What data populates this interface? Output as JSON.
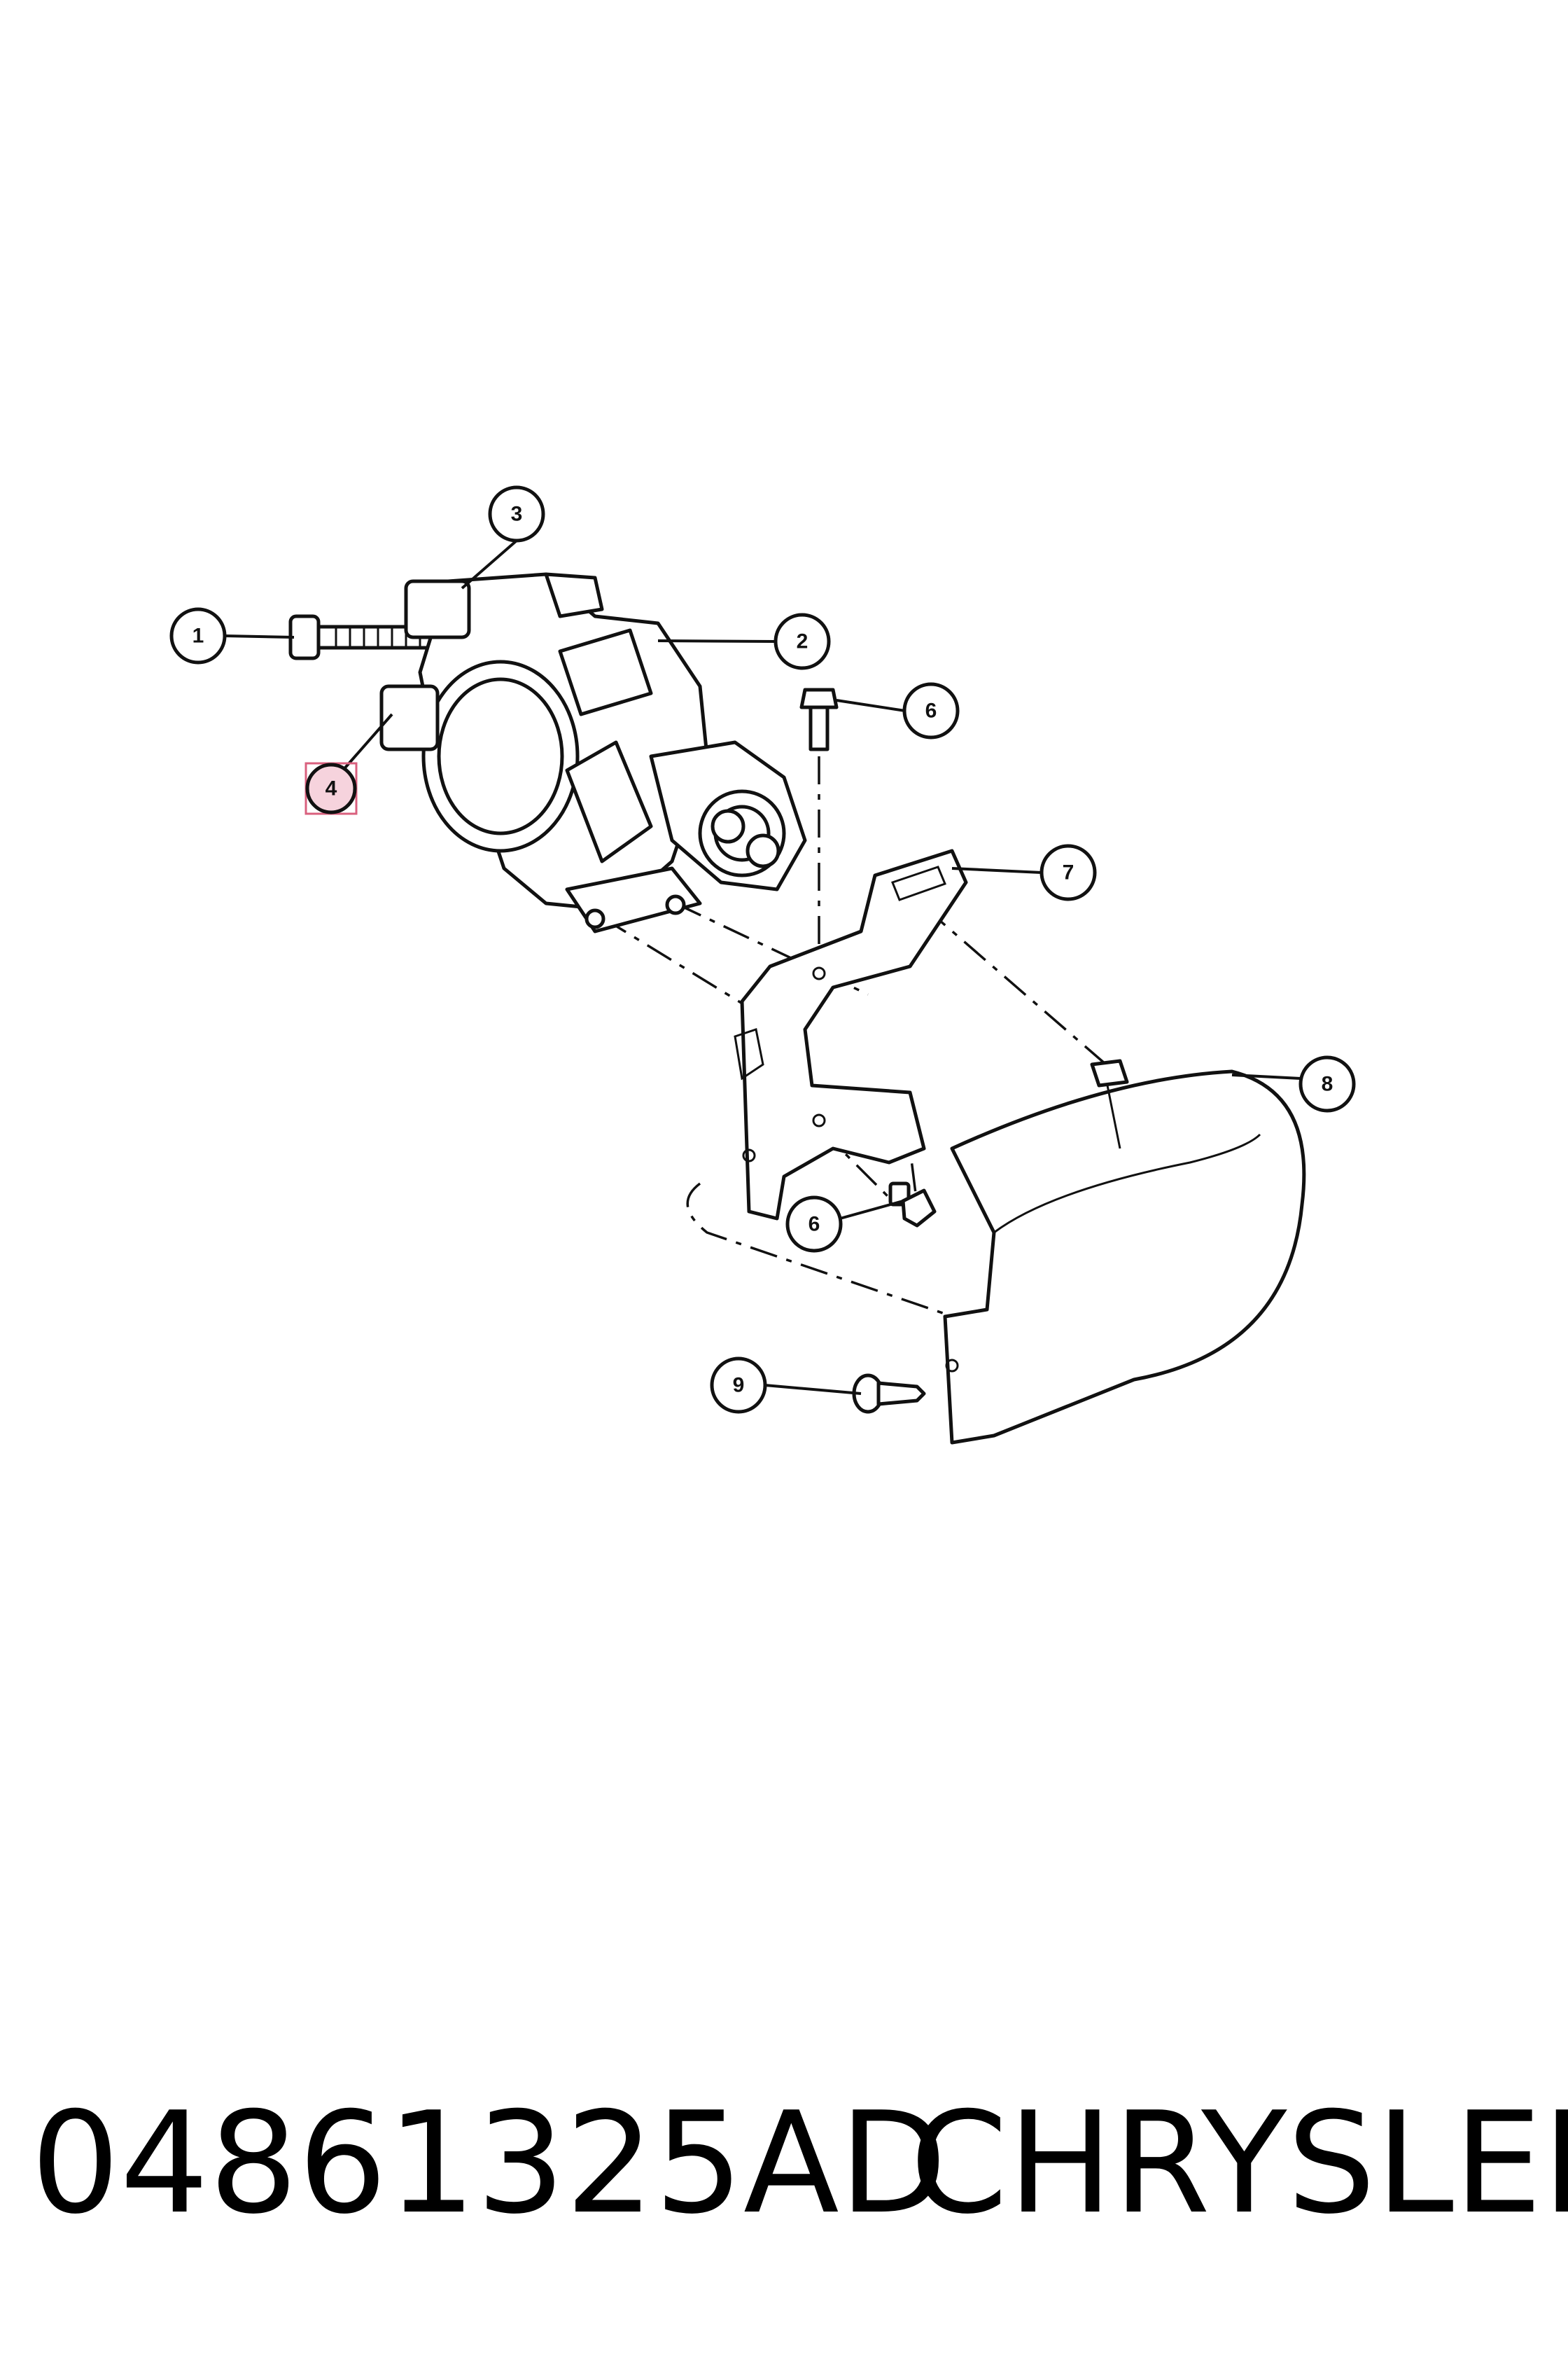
{
  "diagram": {
    "callouts": [
      {
        "label": "1"
      },
      {
        "label": "2"
      },
      {
        "label": "3"
      },
      {
        "label": "4",
        "highlighted": true
      },
      {
        "label": "6"
      },
      {
        "label": "6"
      },
      {
        "label": "7"
      },
      {
        "label": "8"
      },
      {
        "label": "9"
      }
    ],
    "highlight_color": "#f6d3dd"
  },
  "caption": {
    "part_number": "04861325AD",
    "brand": "CHRYSLER"
  }
}
